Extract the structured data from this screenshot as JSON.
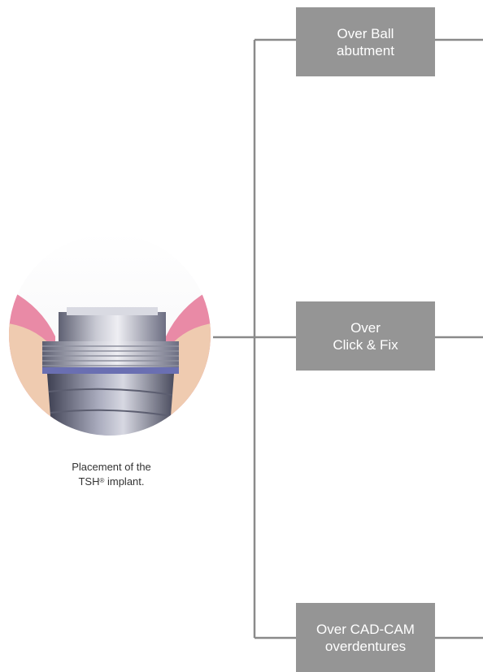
{
  "figure": {
    "caption_line1": "Placement of the",
    "caption_brand": "TSH",
    "caption_mark": "®",
    "caption_rest": " implant."
  },
  "options": [
    {
      "line1": "Over Ball",
      "line2": "abutment"
    },
    {
      "line1": "Over",
      "line2": "Click & Fix"
    },
    {
      "line1": "Over CAD-CAM",
      "line2": "overdentures"
    }
  ],
  "colors": {
    "box_fill": "#959595",
    "connector": "#8a8a8a",
    "gum": "#e98aa6",
    "bone": "#efcbb0"
  }
}
